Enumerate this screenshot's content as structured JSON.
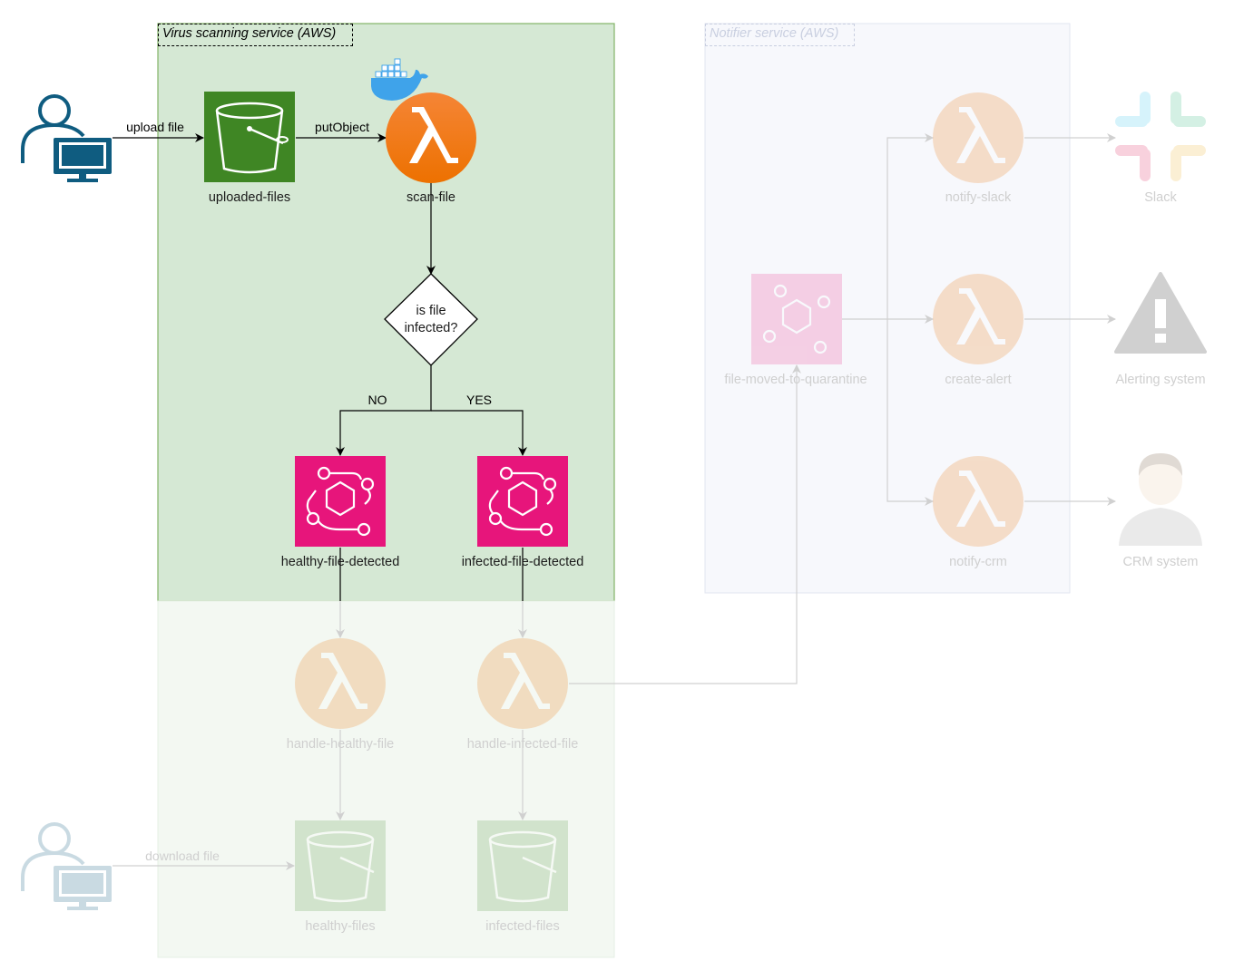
{
  "groups": {
    "virus_scanning": "Virus scanning service (AWS)",
    "notifier": "Notifier service (AWS)"
  },
  "nodes": {
    "uploaded_files": "uploaded-files",
    "scan_file": "scan-file",
    "decision": [
      "is file",
      "infected?"
    ],
    "healthy_file_detected": "healthy-file-detected",
    "infected_file_detected": "infected-file-detected",
    "handle_healthy_file": "handle-healthy-file",
    "handle_infected_file": "handle-infected-file",
    "healthy_files": "healthy-files",
    "infected_files": "infected-files",
    "file_moved_to_quarantine": "file-moved-to-quarantine",
    "notify_slack": "notify-slack",
    "create_alert": "create-alert",
    "notify_crm": "notify-crm",
    "slack": "Slack",
    "alerting_system": "Alerting system",
    "crm_system": "CRM system"
  },
  "edges": {
    "upload_file": "upload file",
    "put_object": "putObject",
    "no": "NO",
    "yes": "YES",
    "download_file": "download file"
  },
  "colors": {
    "s3_green": "#3f8624",
    "lambda_orange": "#ed7100",
    "eventbridge_pink": "#e7157b",
    "group_green": "#d5e8d4",
    "user_blue": "#0f5c80",
    "docker_blue": "#2496ed"
  }
}
